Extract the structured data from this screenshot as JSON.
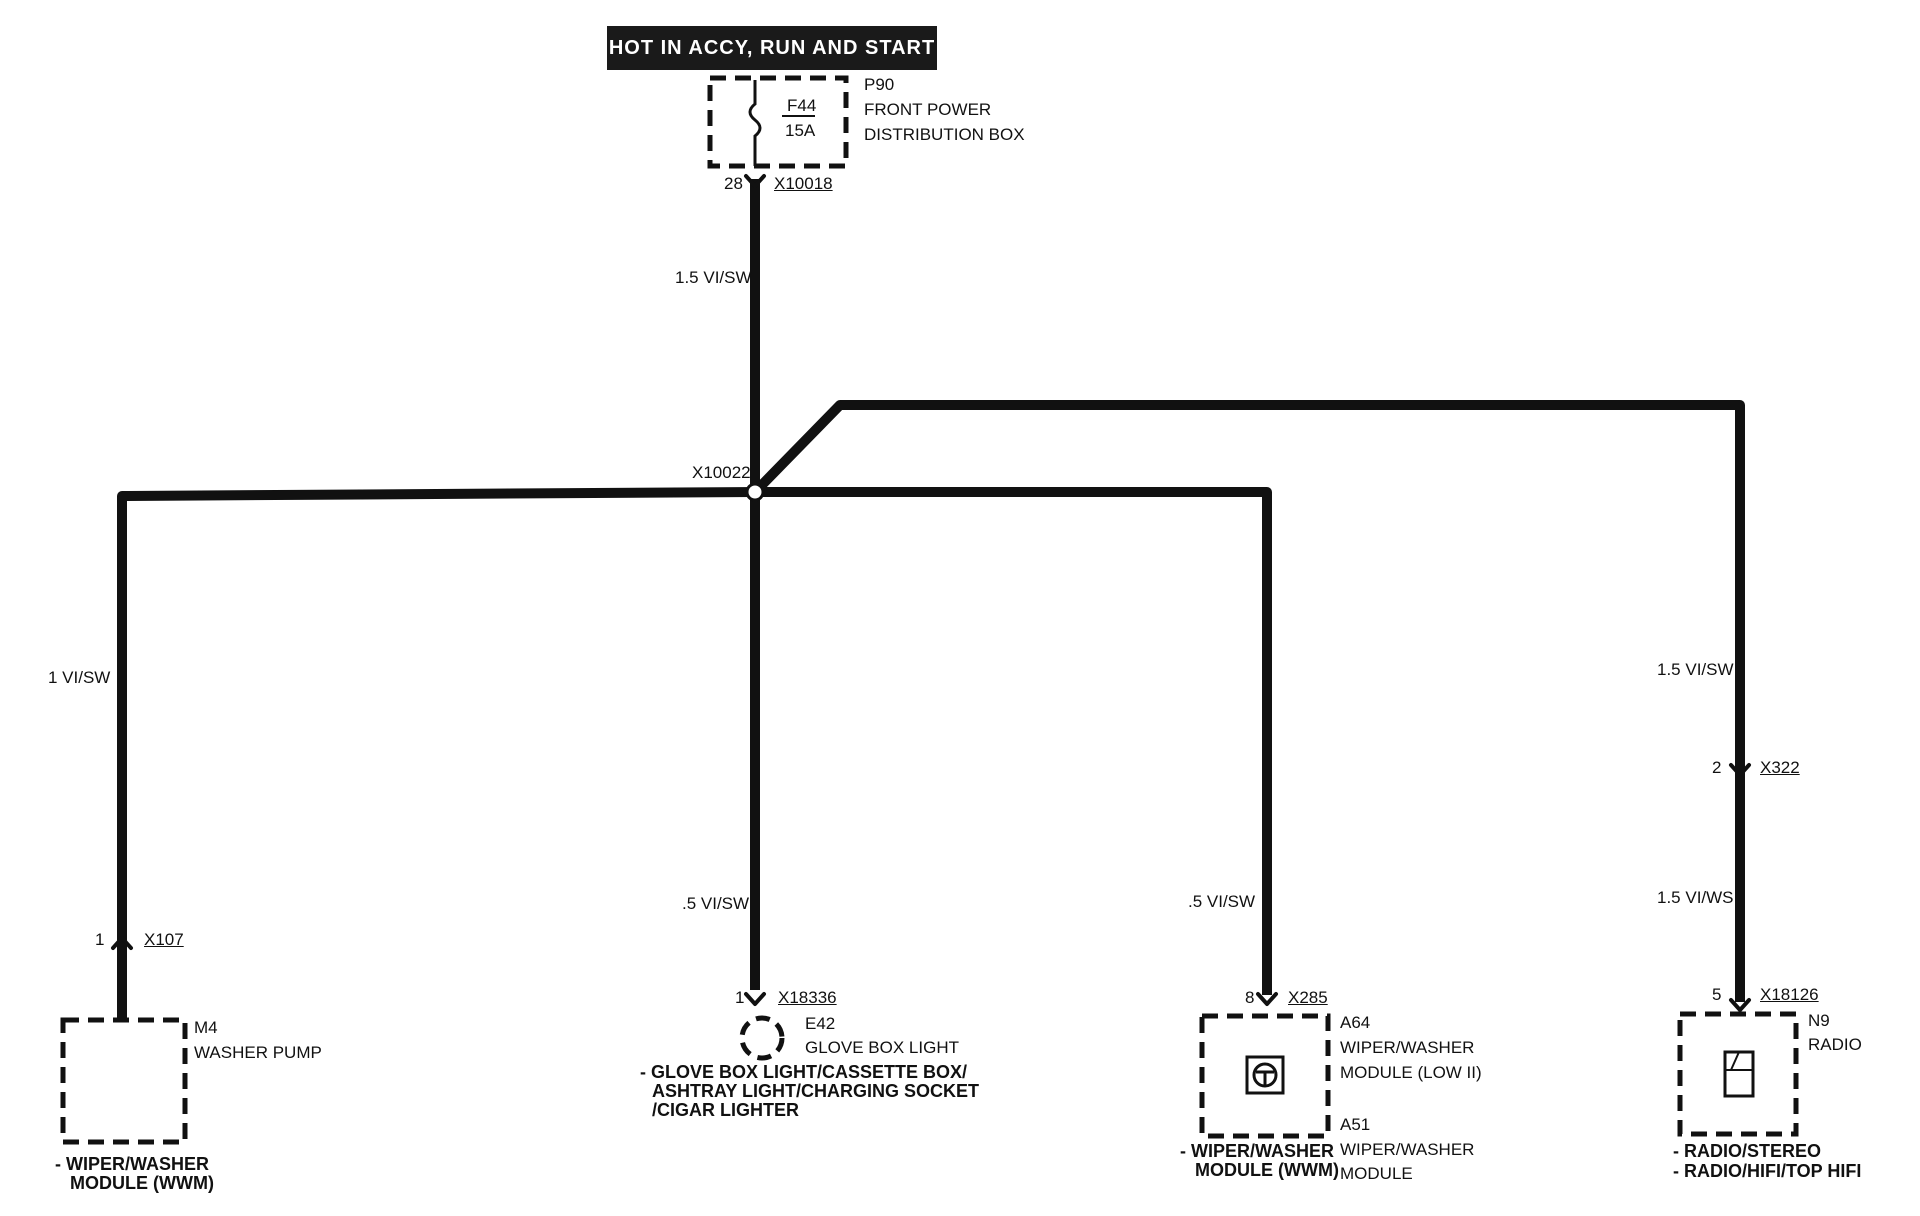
{
  "header": {
    "power_label": "HOT IN ACCY, RUN AND START"
  },
  "fuse_box": {
    "fuse_id": "F44",
    "fuse_rating": "15A",
    "location_id": "P90",
    "location_name_1": "FRONT POWER",
    "location_name_2": "DISTRIBUTION BOX",
    "pin": "28",
    "connector": "X10018"
  },
  "main_wire": {
    "spec": "1.5 VI/SW"
  },
  "splice": {
    "id": "X10022"
  },
  "branches": {
    "washer_pump": {
      "wire_spec": "1 VI/SW",
      "pin": "1",
      "connector": "X107",
      "component_id": "M4",
      "component_name": "WASHER PUMP",
      "system_line_1": "- WIPER/WASHER",
      "system_line_2": "MODULE (WWM)"
    },
    "glove_box": {
      "wire_spec": ".5 VI/SW",
      "pin": "1",
      "connector": "X18336",
      "component_id": "E42",
      "component_name": "GLOVE BOX LIGHT",
      "system_line_1": "- GLOVE BOX LIGHT/CASSETTE BOX/",
      "system_line_2": "ASHTRAY LIGHT/CHARGING SOCKET",
      "system_line_3": "/CIGAR LIGHTER"
    },
    "wiper_module": {
      "wire_spec": ".5 VI/SW",
      "pin": "8",
      "connector": "X285",
      "component_id_1": "A64",
      "component_name_1a": "WIPER/WASHER",
      "component_name_1b": "MODULE (LOW II)",
      "component_id_2": "A51",
      "component_name_2a": "WIPER/WASHER",
      "component_name_2b": "MODULE",
      "system_line_1": "- WIPER/WASHER",
      "system_line_2": "MODULE (WWM)"
    },
    "radio": {
      "wire_spec_upper": "1.5 VI/SW",
      "inline_pin": "2",
      "inline_connector": "X322",
      "wire_spec_lower": "1.5 VI/WS",
      "pin": "5",
      "connector": "X18126",
      "component_id": "N9",
      "component_name": "RADIO",
      "system_line_1": "- RADIO/STEREO",
      "system_line_2": "- RADIO/HIFI/TOP HIFI"
    }
  },
  "colors": {
    "wire": "#111111",
    "background": "#ffffff"
  }
}
